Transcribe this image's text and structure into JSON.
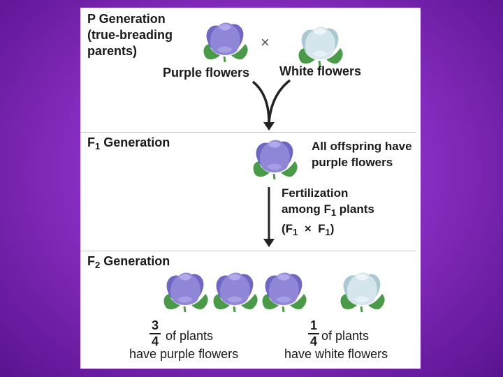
{
  "p_generation": {
    "title_line1": "P Generation",
    "title_line2": "(true-breading",
    "title_line3": "parents)",
    "cross_symbol": "×",
    "purple_label": "Purple flowers",
    "white_label": "White flowers"
  },
  "f1_generation": {
    "title_main": "F",
    "title_sub": "1",
    "title_rest": " Generation",
    "offspring_line1": "All offspring have",
    "offspring_line2": "purple flowers"
  },
  "fertilization": {
    "line1": "Fertilization",
    "line2_a": "among F",
    "line2_sub": "1",
    "line2_b": " plants",
    "line3_open": "(F",
    "line3_sub1": "1",
    "line3_mid": "  ×  F",
    "line3_sub2": "1",
    "line3_close": ")"
  },
  "f2_generation": {
    "title_main": "F",
    "title_sub": "2",
    "title_rest": " Generation",
    "purple_numerator": "3",
    "purple_denominator": "4",
    "purple_of": "of plants",
    "purple_label": "have purple flowers",
    "white_numerator": "1",
    "white_denominator": "4",
    "white_of": "of plants",
    "white_label": "have white flowers"
  },
  "colors": {
    "purple_flower": "#8f86d8",
    "white_flower": "#cfe3ea",
    "leaf": "#4a9a4a",
    "background": "#8a2fc4"
  },
  "icons": [
    "purple-flower-icon",
    "white-flower-icon",
    "merge-arrow-icon",
    "down-arrow-icon"
  ]
}
